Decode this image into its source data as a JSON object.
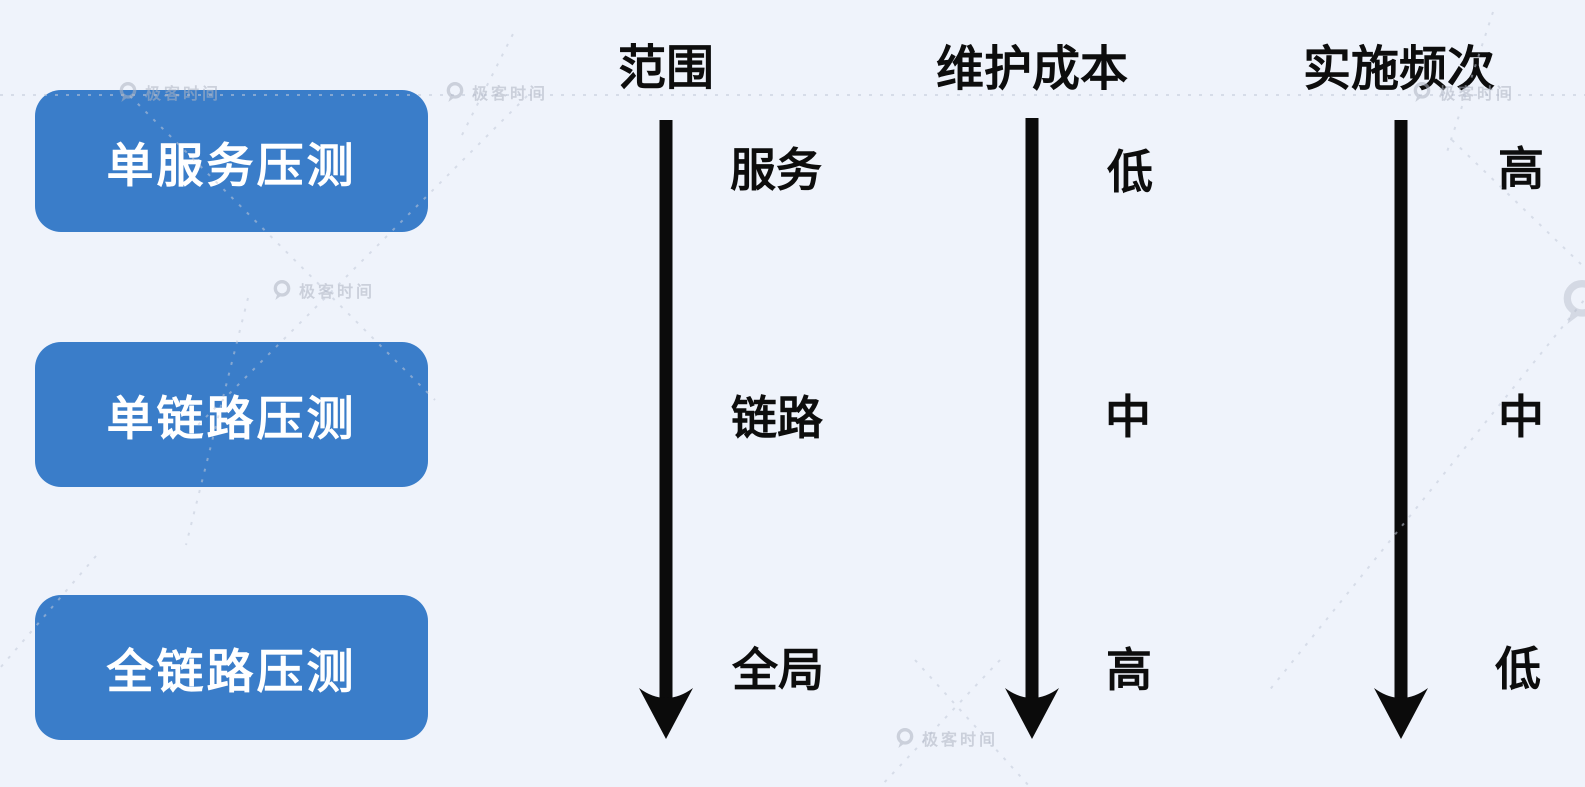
{
  "page": {
    "background": "#eff3fb"
  },
  "watermark": {
    "brand": "极客时间"
  },
  "diagram": {
    "rows": [
      {
        "label": "单服务压测"
      },
      {
        "label": "单链路压测"
      },
      {
        "label": "全链路压测"
      }
    ],
    "columns": [
      {
        "header": "范围",
        "values": [
          "服务",
          "链路",
          "全局"
        ]
      },
      {
        "header": "维护成本",
        "values": [
          "低",
          "中",
          "高"
        ]
      },
      {
        "header": "实施频次",
        "values": [
          "高",
          "中",
          "低"
        ]
      }
    ],
    "colors": {
      "box_fill": "#3a7dc9",
      "box_text": "#ffffff",
      "arrow": "#0b0b0b",
      "text": "#0d0d0d"
    }
  }
}
